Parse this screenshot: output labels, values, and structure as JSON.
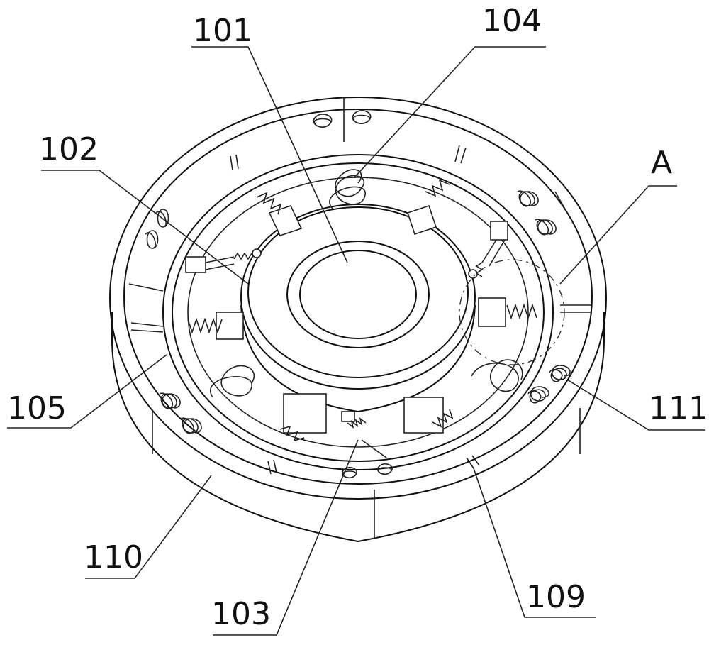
{
  "labels": {
    "l101": "101",
    "l102": "102",
    "l103": "103",
    "l104": "104",
    "l105": "105",
    "l109": "109",
    "l110": "110",
    "l111": "111",
    "lA": "A"
  }
}
